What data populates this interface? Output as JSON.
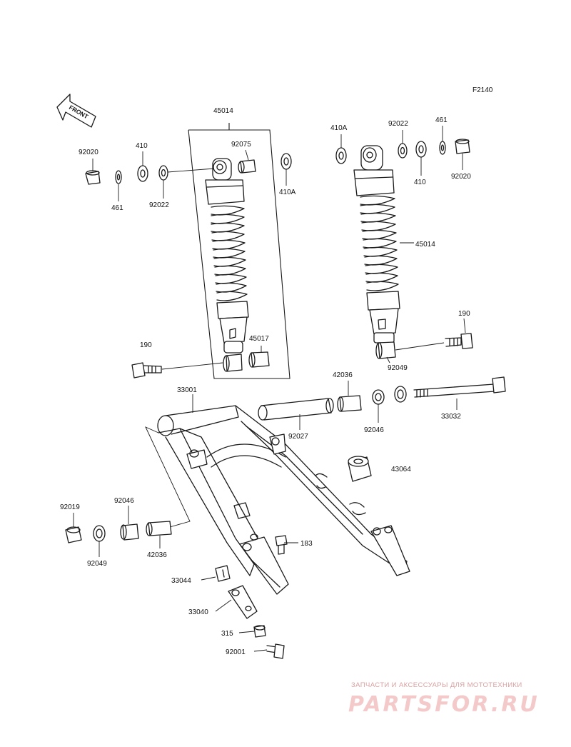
{
  "figure_code": "F2140",
  "front_arrow_text": "FRONT",
  "labels": {
    "p45014_left": "45014",
    "p45014_right": "45014",
    "p92075": "92075",
    "p410a_left": "410A",
    "p410a_right": "410A",
    "p410_left": "410",
    "p410_right": "410",
    "p92020_left": "92020",
    "p92020_right": "92020",
    "p461_left": "461",
    "p461_right": "461",
    "p92022_left": "92022",
    "p92022_right": "92022",
    "p190_left": "190",
    "p190_right": "190",
    "p45017": "45017",
    "p92049_right": "92049",
    "p92049_left": "92049",
    "p33001": "33001",
    "p42036_top": "42036",
    "p42036_left": "42036",
    "p92027": "92027",
    "p92046_top": "92046",
    "p92046_left": "92046",
    "p33032": "33032",
    "p43064": "43064",
    "p92019": "92019",
    "p183": "183",
    "p33044": "33044",
    "p33040": "33040",
    "p315": "315",
    "p92001": "92001"
  },
  "watermark": {
    "top_line": "ЗАПЧАСТИ И АКСЕССУАРЫ ДЛЯ МОТОТЕХНИКИ",
    "brand": "PARTSFOR.RU"
  }
}
